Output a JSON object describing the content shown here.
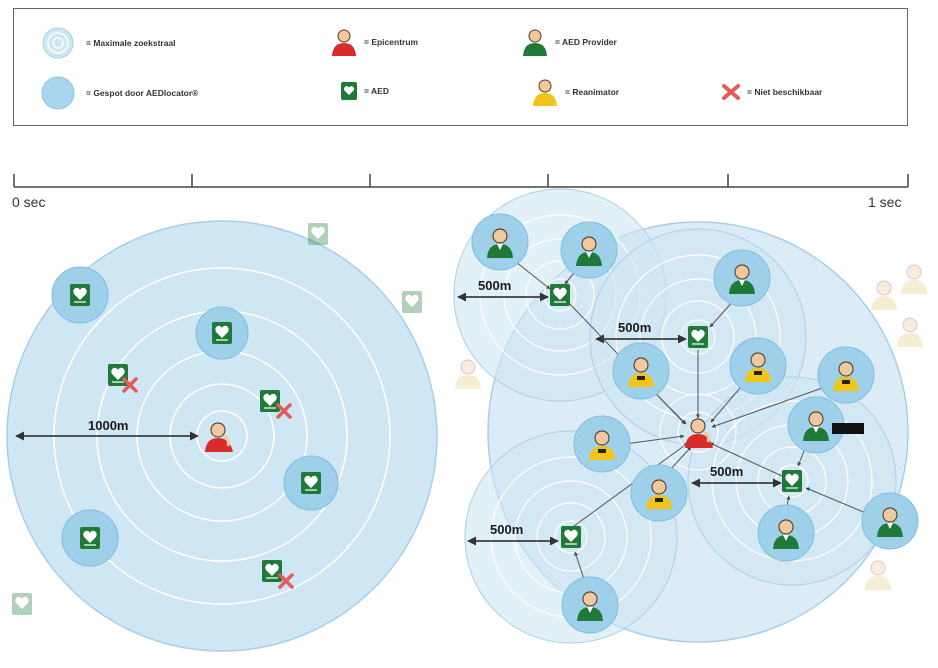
{
  "legend": {
    "max_radius": "= Maximale zoekstraal",
    "spotted": "= Gespot door AEDlocator®",
    "epicenter": "= Epicentrum",
    "aed": "= AED",
    "aed_provider": "= AED Provider",
    "reanimator": "= Reanimator",
    "unavailable": "= Niet beschikbaar"
  },
  "timeline": {
    "start": "0 sec",
    "end": "1 sec"
  },
  "distances": {
    "left_radius": "1000m",
    "right_radius": "500m"
  },
  "colors": {
    "circle_fill": "#cfe6f3",
    "circle_stroke": "#a9cfe6",
    "spot_fill": "#9fd0ea",
    "aed_green": "#1f7a3a",
    "epicenter_red": "#d92b2b",
    "reanimator_yellow": "#f2c318",
    "unavailable_cross": "#e35b5b"
  },
  "icons": [
    "target-icon",
    "spot-icon",
    "epicenter-person-icon",
    "aed-icon",
    "aed-provider-icon",
    "reanimator-icon",
    "cross-icon"
  ]
}
